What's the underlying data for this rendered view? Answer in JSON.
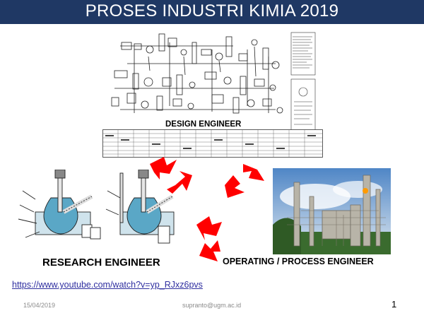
{
  "slide": {
    "title": "PROSES INDUSTRI KIMIA  2019",
    "labels": {
      "design": "DESIGN ENGINEER",
      "research": "RESEARCH ENGINEER",
      "operating": "OPERATING / PROCESS ENGINEER"
    },
    "link": "https://www.youtube.com/watch?v=yp_RJxz6pvs",
    "footer": {
      "date": "15/04/2019",
      "email": "supranto@ugm.ac.id",
      "page": "1"
    }
  },
  "colors": {
    "title_bar": "#1f3864",
    "arrow": "#ff0000",
    "link": "#2f2fa0",
    "lab_liquid": "#5aa7c6"
  },
  "icons": [
    "process-flow-diagram",
    "stream-table",
    "lab-apparatus",
    "refinery-photo",
    "double-arrow"
  ]
}
